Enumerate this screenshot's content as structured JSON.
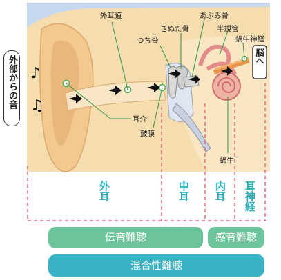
{
  "source_label": "外部からの音",
  "labels": {
    "gaijido": "外耳道",
    "abumi": "あぶみ骨",
    "kinuta": "きぬた骨",
    "hankikan": "半規管",
    "tsuchi": "つち骨",
    "kagyu_shinkei": "蝸牛神経",
    "noue": "脳へ",
    "jikai": "耳介",
    "komaku": "鼓膜",
    "kagyu": "蝸牛"
  },
  "sections": [
    {
      "label": "外耳"
    },
    {
      "label": "中耳"
    },
    {
      "label": "内耳"
    },
    {
      "label": "耳神経"
    }
  ],
  "bars": {
    "conductive": "伝音難聴",
    "sensorineural": "感音難聴",
    "mixed": "混合性難聴"
  },
  "colors": {
    "background": "#c8d8ee",
    "skin": "#f6ddb0",
    "dash": "#e05a6e",
    "section_text": "#2aaeb8",
    "bar_green": "#6cc49a",
    "bar_teal": "#3bb2c4"
  },
  "icons": [
    "music-note-icon",
    "arrow-right-icon",
    "ear-anatomy-illustration"
  ]
}
